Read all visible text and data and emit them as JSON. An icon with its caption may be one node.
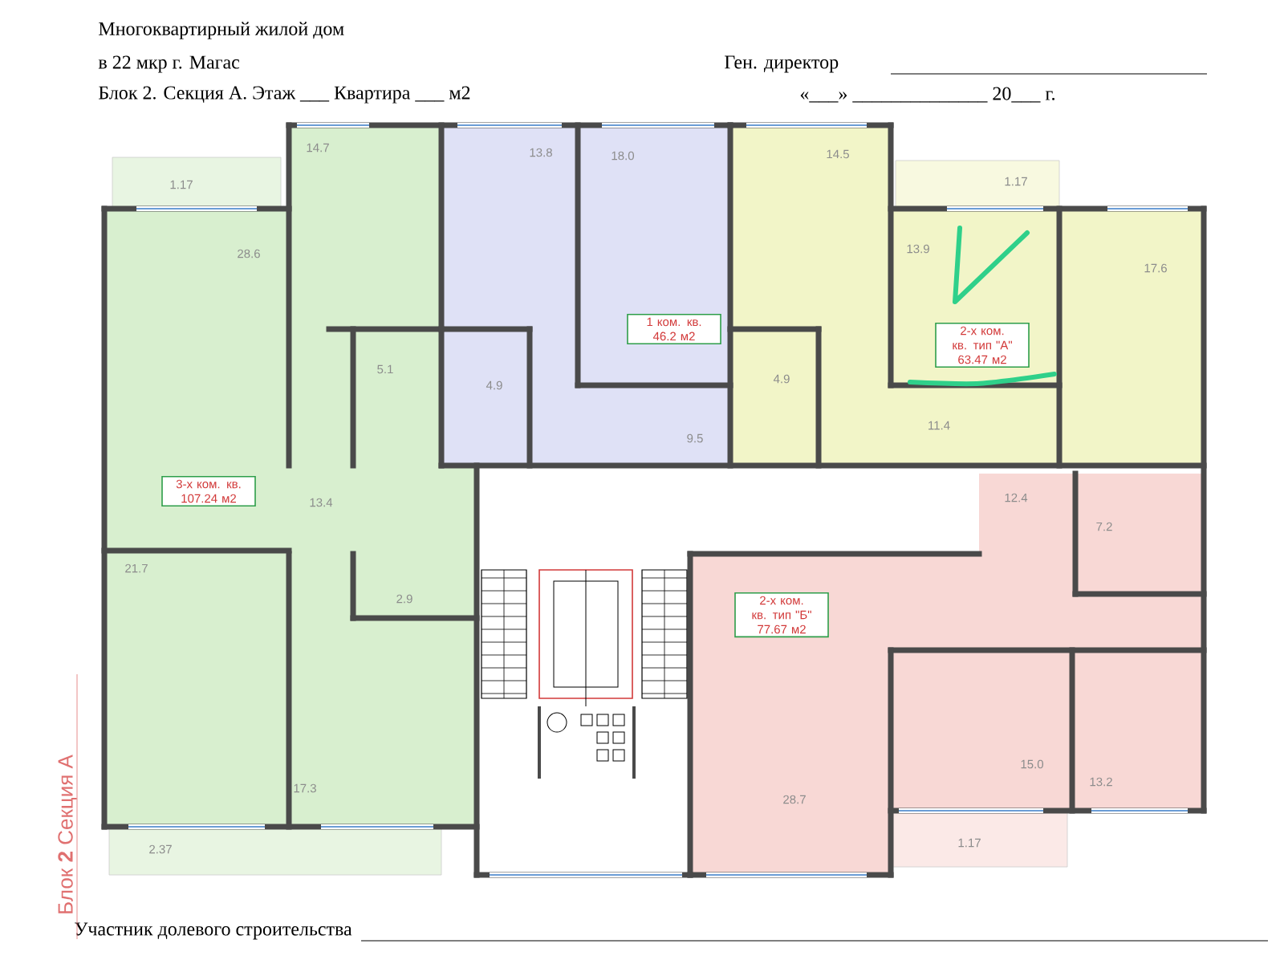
{
  "diagram": {
    "nodes": [
      {
        "text": [
          "1.17",
          "14.7",
          "28.6",
          "5.1",
          "13.4",
          "21.7",
          "2.9",
          "17.3",
          "2.37"
        ]
      },
      {
        "text": [
          "3-х ком. кв. 107.24 м2"
        ],
        "in": 0
      },
      {
        "text": [
          "13.8",
          "18.0",
          "4.9",
          "9.5"
        ]
      },
      {
        "text": [
          "1 ком. кв. 46.2 м2"
        ],
        "in": 2
      },
      {
        "text": [
          "14.5",
          "1.17",
          "13.9",
          "17.6",
          "4.9",
          "11.4"
        ]
      },
      {
        "text": [
          "2-х ком. кв. тип \"А\" 63.47 м2"
        ],
        "in": 4
      },
      {
        "text": [
          "12.4",
          "7.2",
          "28.7",
          "15.0",
          "13.2",
          "1.17"
        ]
      },
      {
        "text": [
          "2-х ком. кв. тип \"Б\" 77.67 м2"
        ],
        "in": 6
      }
    ],
    "labels": [
      "Многоквартирный жилой дом",
      "в 22 мкр г. Магас",
      "Ген. директор",
      "Блок 2. Секция  А. Этаж ___ Квартира ___ м2",
      "«___» ______________ 20___ г.",
      "Блок **2** Секция А",
      "Участник долевого строительства"
    ]
  }
}
